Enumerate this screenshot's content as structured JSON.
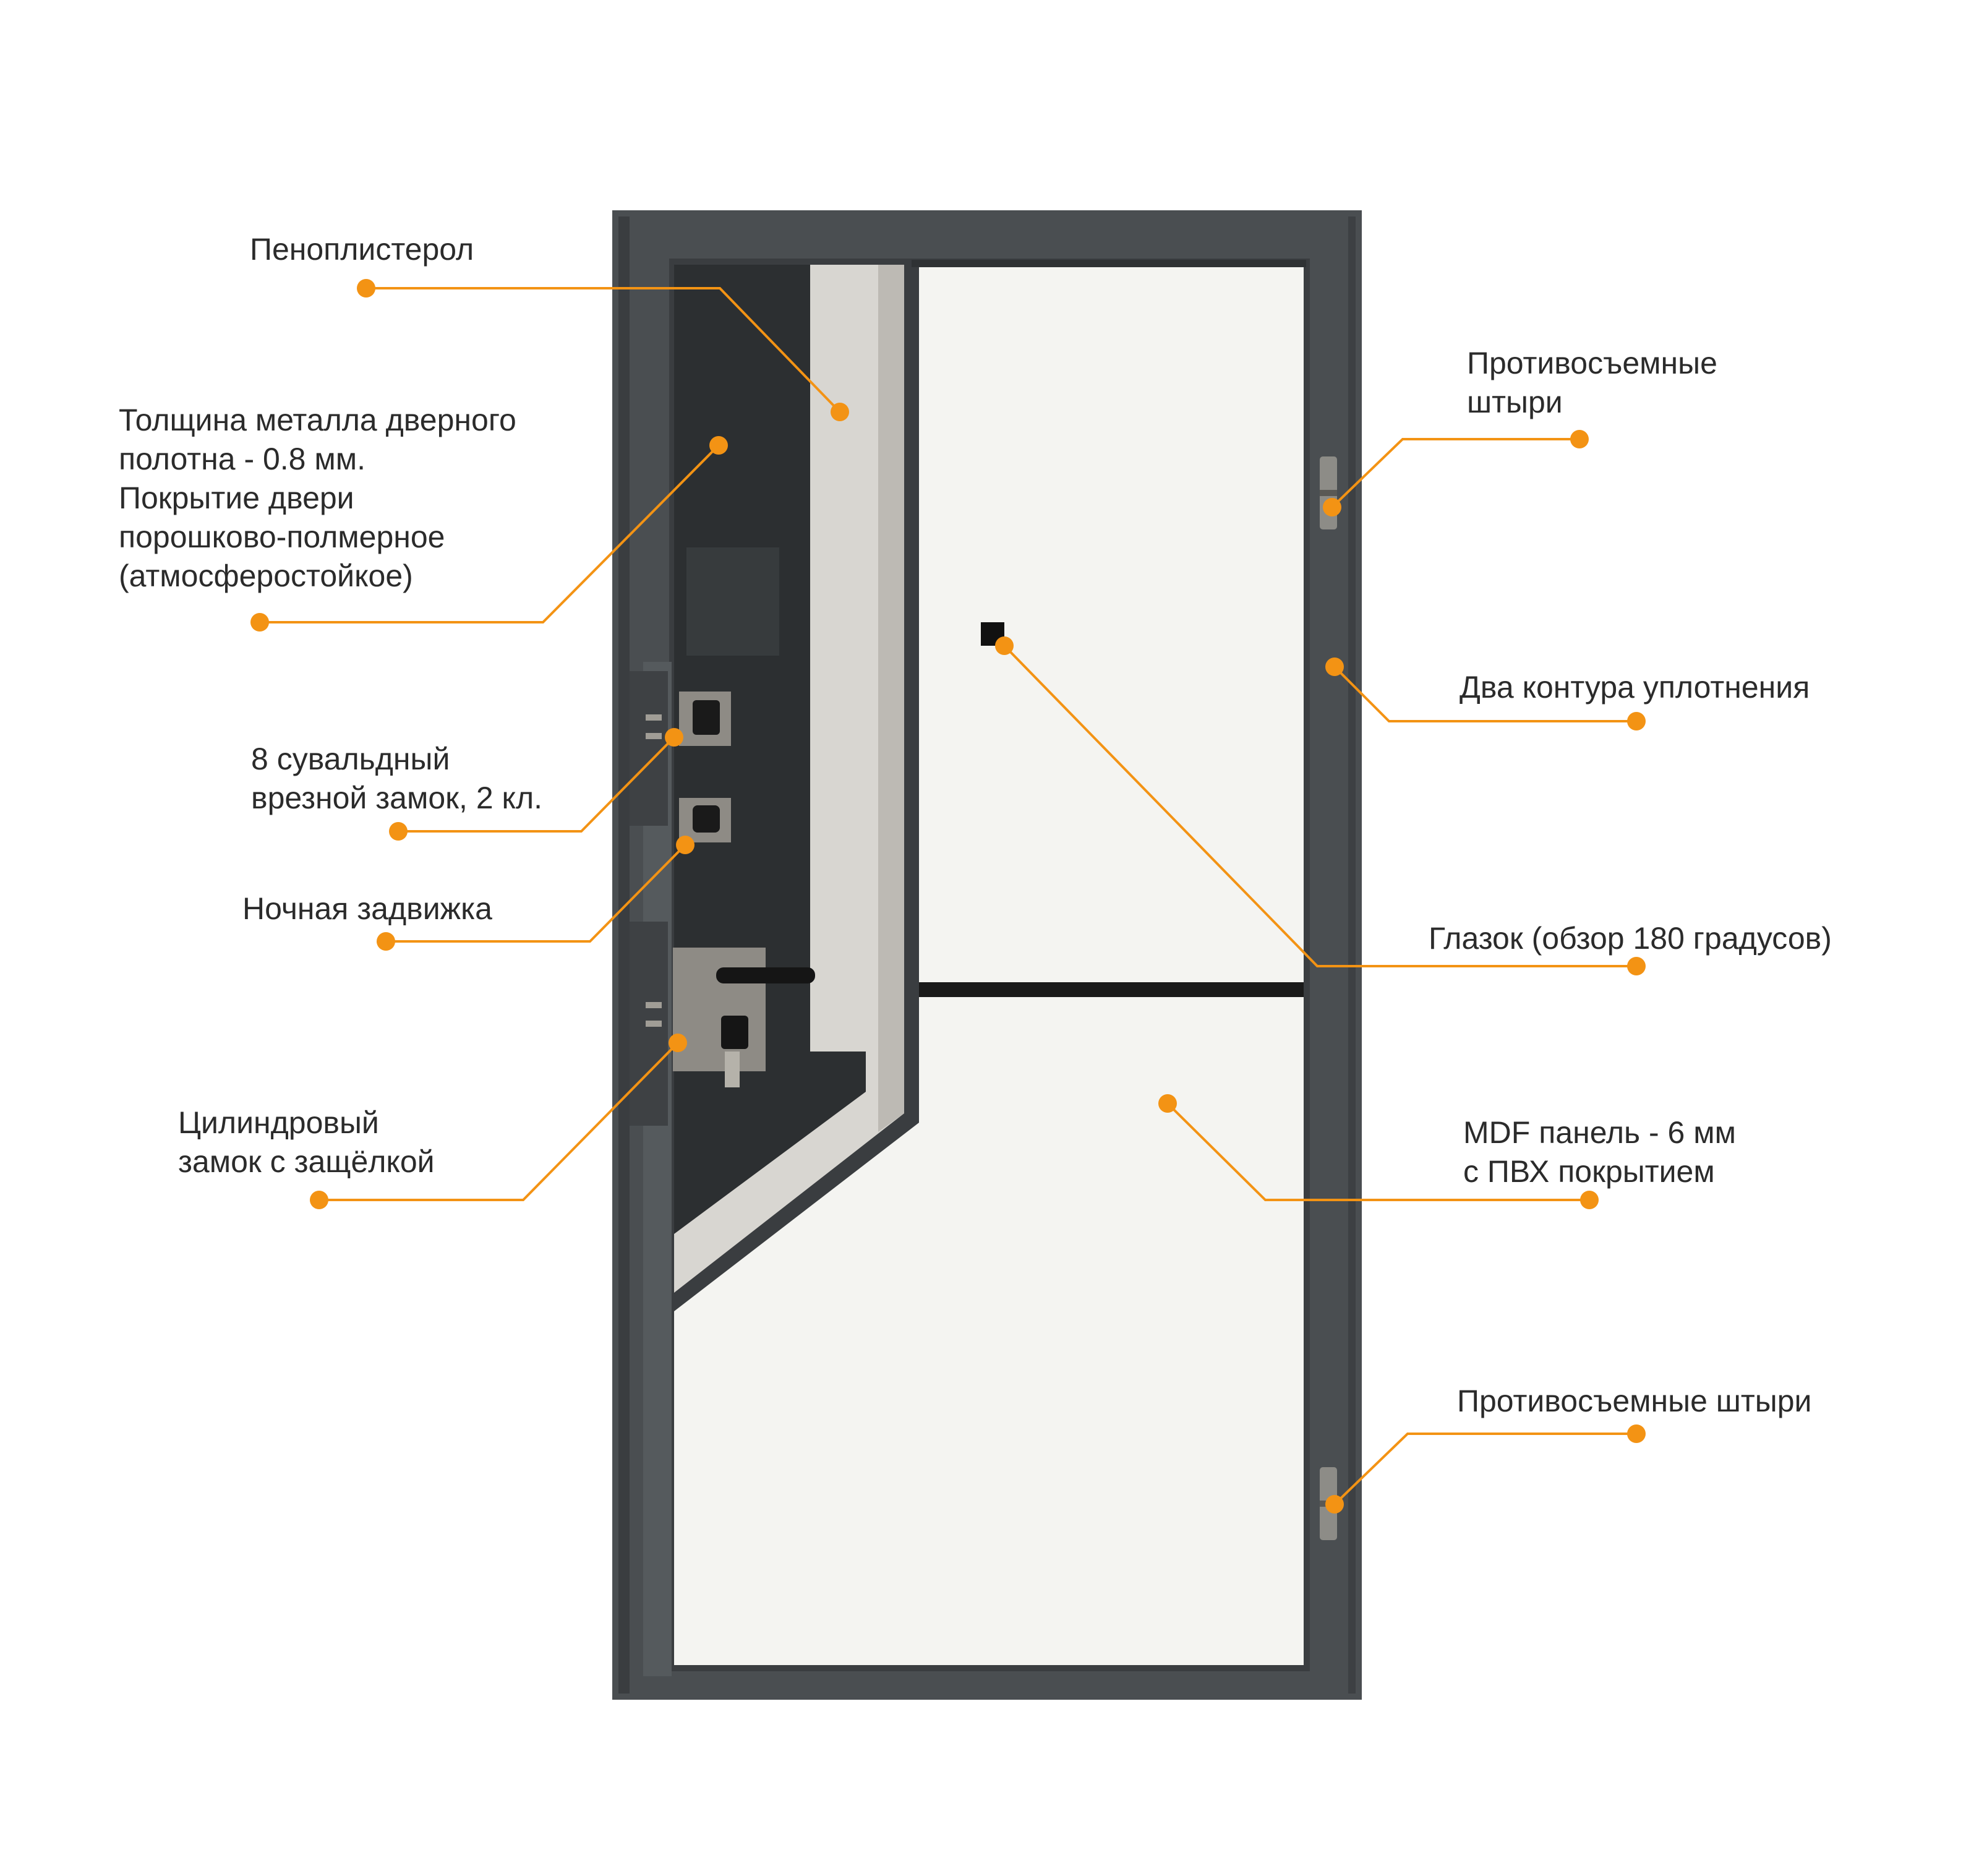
{
  "colors": {
    "frame": "#4a4e51",
    "frame_dark": "#3a3d40",
    "panel": "#f4f4f1",
    "insulation": "#d8d6d1",
    "inner_dark": "#2c2f31",
    "accent": "#f39314",
    "text": "#2b2b2b"
  },
  "annotations": [
    {
      "id": "polystyrene",
      "lines": [
        "Пеноплистерол"
      ]
    },
    {
      "id": "metal-thickness",
      "lines": [
        "Толщина металла дверного",
        "полотна - 0.8 мм.",
        "Покрытие двери",
        "порошково-полмерное",
        "(атмосферостойкое)"
      ]
    },
    {
      "id": "lever-lock",
      "lines": [
        "8 сувальдный",
        "врезной замок, 2 кл."
      ]
    },
    {
      "id": "night-latch",
      "lines": [
        "Ночная задвижка"
      ]
    },
    {
      "id": "cylinder-lock",
      "lines": [
        "Цилиндровый",
        "замок с защёлкой"
      ]
    },
    {
      "id": "anti-removal-pins-top",
      "lines": [
        "Противосъемные",
        "штыри"
      ]
    },
    {
      "id": "two-seal-contours",
      "lines": [
        "Два контура уплотнения"
      ]
    },
    {
      "id": "peephole",
      "lines": [
        "Глазок (обзор 180 градусов)"
      ]
    },
    {
      "id": "mdf-panel",
      "lines": [
        "MDF панель - 6 мм",
        "с ПВХ покрытием"
      ]
    },
    {
      "id": "anti-removal-pins-bottom",
      "lines": [
        "Противосъемные штыри"
      ]
    }
  ]
}
